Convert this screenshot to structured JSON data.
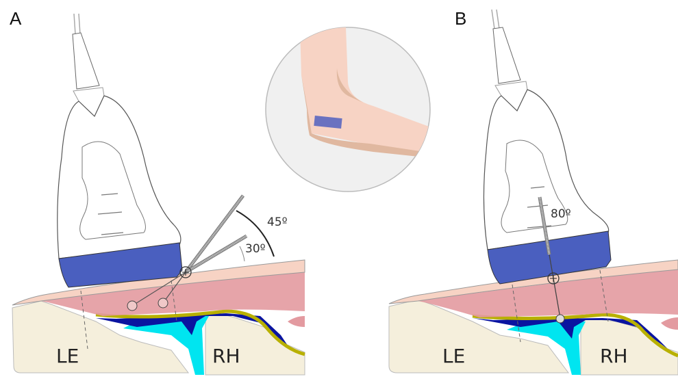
{
  "figure": {
    "panels": [
      {
        "label": "A",
        "angles": [
          "45º",
          "30º"
        ],
        "regions": {
          "left": "LE",
          "right": "RH"
        }
      },
      {
        "label": "B",
        "angles": [
          "80º"
        ],
        "regions": {
          "left": "LE",
          "right": "RH"
        }
      }
    ],
    "inset": "elbow-probe-position"
  },
  "colors": {
    "probe_blue": "#4a5fbf",
    "skin": "#f7d3c4",
    "muscle": "#e39aa0",
    "bone": "#f5efdc",
    "cartilage_yellow": "#b8b000",
    "fluid_dark": "#0a14a0",
    "fluid_cyan": "#00e5f0",
    "inset_bg": "#f0f0f0"
  }
}
